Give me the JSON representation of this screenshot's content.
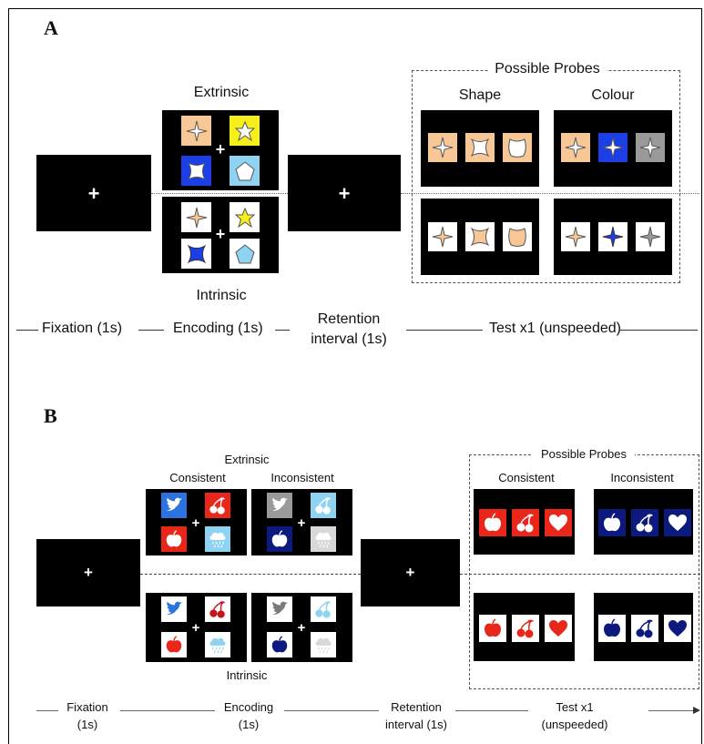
{
  "panel_a": {
    "letter": "A",
    "extrinsic_label": "Extrinsic",
    "intrinsic_label": "Intrinsic",
    "possible_probes_label": "Possible Probes",
    "probe_columns": [
      "Shape",
      "Colour"
    ],
    "cross": "+",
    "timeline": {
      "fixation": "Fixation (1s)",
      "encoding": "Encoding (1s)",
      "retention": "Retention interval (1s)",
      "test": "Test x1 (unspeeded)"
    }
  },
  "panel_b": {
    "letter": "B",
    "extrinsic_label": "Extrinsic",
    "intrinsic_label": "Intrinsic",
    "consistent_label": "Consistent",
    "inconsistent_label": "Inconsistent",
    "possible_probes_label": "Possible Probes",
    "probe_columns": [
      "Consistent",
      "Inconsistent"
    ],
    "cross": "+",
    "timeline": {
      "fixation": "Fixation (1s)",
      "encoding": "Encoding (1s)",
      "retention": "Retention interval (1s)",
      "test": "Test x1 (unspeeded)"
    }
  },
  "colors": {
    "peach": "#f7c896",
    "yellow": "#f7ef1a",
    "blue": "#1c3ee6",
    "light_blue": "#8fd3f2",
    "grey": "#9a9a9a",
    "red": "#e8261a",
    "navy": "#0c1a80",
    "twitter_blue": "#2a73e0"
  }
}
